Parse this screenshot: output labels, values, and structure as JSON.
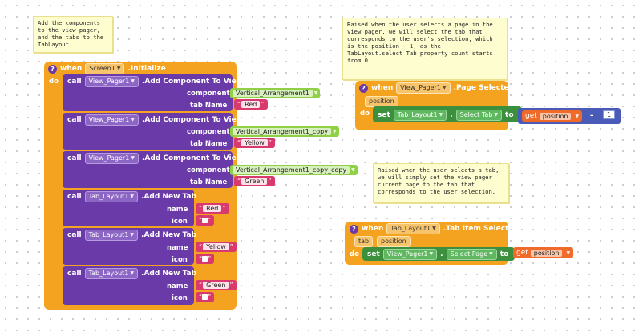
{
  "comments": {
    "init": "Add the components\nto the view pager,\nand the tabs to the\nTabLayout.",
    "page_selected": "Raised when the user selects a page in the\nview pager, we will select the tab that\ncorresponds to the user's selection, which\nis the position - 1, as the\nTabLayout.select Tab property count starts\nfrom 0.",
    "tab_selected": "Raised when the user selects a tab,\nwe will simply set the view pager\ncurrent page to the tab that\ncorresponds to the user selection."
  },
  "init_block": {
    "when": "when",
    "component": "Screen1",
    "event": ".Initialize",
    "do": "do",
    "rows": [
      {
        "call": "call",
        "component": "View_Pager1",
        "method": ".Add Component To View",
        "arg1_label": "component",
        "arg1_value": "Vertical_Arrangement1",
        "arg2_label": "tab Name",
        "arg2_value": "Red"
      },
      {
        "call": "call",
        "component": "View_Pager1",
        "method": ".Add Component To View",
        "arg1_label": "component",
        "arg1_value": "Vertical_Arrangement1_copy",
        "arg2_label": "tab Name",
        "arg2_value": "Yellow"
      },
      {
        "call": "call",
        "component": "View_Pager1",
        "method": ".Add Component To View",
        "arg1_label": "component",
        "arg1_value": "Vertical_Arrangement1_copy_copy",
        "arg2_label": "tab Name",
        "arg2_value": "Green"
      },
      {
        "call": "call",
        "component": "Tab_Layout1",
        "method": ".Add New Tab",
        "arg1_label": "name",
        "arg1_value": "Red",
        "arg2_label": "icon"
      },
      {
        "call": "call",
        "component": "Tab_Layout1",
        "method": ".Add New Tab",
        "arg1_label": "name",
        "arg1_value": "Yellow",
        "arg2_label": "icon"
      },
      {
        "call": "call",
        "component": "Tab_Layout1",
        "method": ".Add New Tab",
        "arg1_label": "name",
        "arg1_value": "Green",
        "arg2_label": "icon"
      }
    ]
  },
  "page_block": {
    "when": "when",
    "component": "View_Pager1",
    "event": ".Page Selected",
    "param": "position",
    "do": "do",
    "set": "set",
    "target": "Tab_Layout1",
    "property": "Select Tab",
    "to": "to",
    "get": "get",
    "get_var": "position",
    "op": "-",
    "number": "1"
  },
  "tab_block": {
    "when": "when",
    "component": "Tab_Layout1",
    "event": ".Tab Item Selected",
    "param1": "tab",
    "param2": "position",
    "do": "do",
    "set": "set",
    "target": "View_Pager1",
    "property": "Select Page",
    "to": "to",
    "get": "get",
    "get_var": "position"
  },
  "icons": {
    "comment": "question-mark-icon",
    "dropdown": "dropdown-arrow-icon"
  },
  "colors": {
    "event": "#f4a321",
    "component_call": "#6a3aa9",
    "setter": "#3b8f3d",
    "text": "#d93a6d",
    "component_block": "#8fd046",
    "getter": "#f06a2a",
    "math": "#4a5bb7"
  }
}
